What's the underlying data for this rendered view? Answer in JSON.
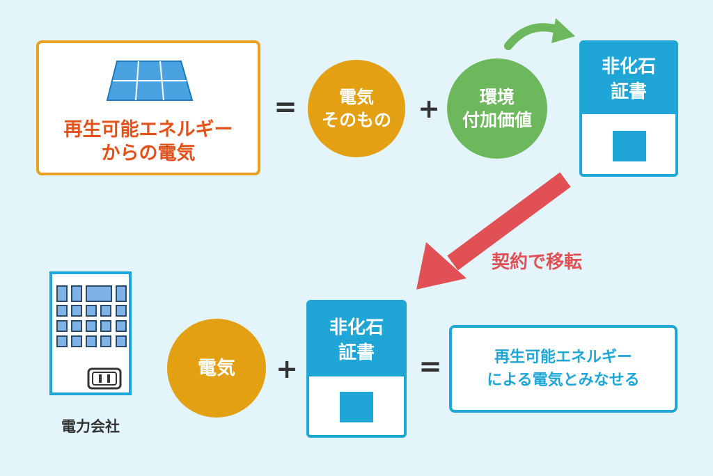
{
  "top_row": {
    "renewable_box": {
      "line1": "再生可能エネルギー",
      "line2": "からの電気"
    },
    "equals_symbol": "=",
    "electricity_circle": {
      "line1": "電気",
      "line2": "そのもの"
    },
    "plus_symbol": "+",
    "env_value_circle": {
      "line1": "環境",
      "line2": "付加価値"
    },
    "certificate": {
      "line1": "非化石",
      "line2": "証書"
    }
  },
  "transfer_label": "契約で移転",
  "bottom_row": {
    "company_label": "電力会社",
    "electricity_circle": "電気",
    "plus_symbol": "+",
    "certificate": {
      "line1": "非化石",
      "line2": "証書"
    },
    "equals_symbol": "=",
    "result_box": {
      "line1": "再生可能エネルギー",
      "line2": "による電気とみなせる"
    }
  },
  "colors": {
    "background": "#e3f4fb",
    "orange": "#e2a012",
    "orange_text": "#e4521b",
    "green": "#6db75c",
    "blue": "#1fa6d6",
    "red_arrow": "#e05055"
  },
  "icons": [
    "solar-panel-icon",
    "curved-arrow-icon",
    "transfer-arrow-icon",
    "building-icon",
    "outlet-icon"
  ]
}
